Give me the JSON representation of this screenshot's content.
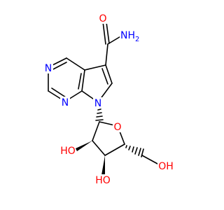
{
  "molecule": {
    "atoms": [
      {
        "id": "o_amide",
        "text": "O",
        "color": "#ff0000"
      },
      {
        "id": "nh2",
        "text": "NH",
        "sub": "2",
        "color": "#0000ff"
      },
      {
        "id": "n_pyr_top",
        "text": "N",
        "color": "#0000ff"
      },
      {
        "id": "n_pyr_bottom",
        "text": "N",
        "color": "#0000ff"
      },
      {
        "id": "n_pyrrole",
        "text": "N",
        "color": "#0000ff"
      },
      {
        "id": "o_ring",
        "text": "O",
        "color": "#ff0000"
      },
      {
        "id": "ho_c2",
        "text": "HO",
        "color": "#ff0000"
      },
      {
        "id": "ho_c3",
        "text": "HO",
        "color": "#ff0000"
      },
      {
        "id": "oh_ch2",
        "text": "OH",
        "color": "#ff0000"
      }
    ],
    "bond_color": "#000000"
  }
}
